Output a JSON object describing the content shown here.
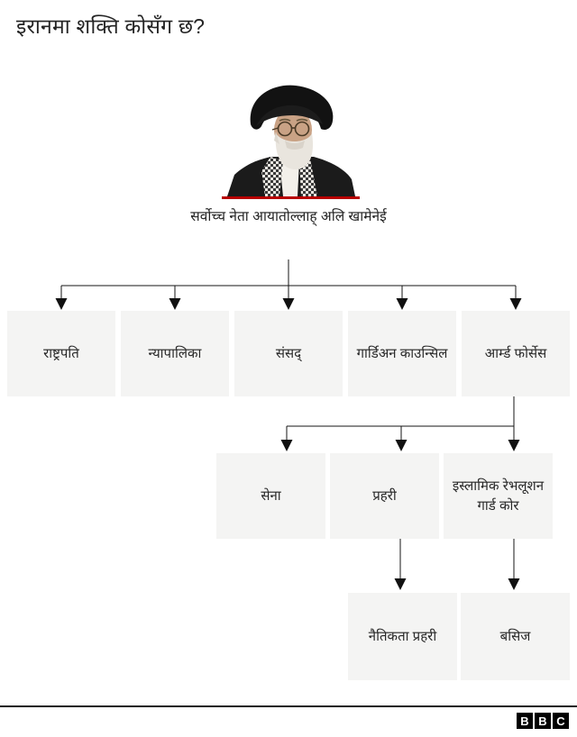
{
  "title": "इरानमा शक्ति कोसँग छ?",
  "org": {
    "root": "सर्वोच्च नेता आयातोल्लाह् अलि खामेनेई",
    "children": [
      {
        "label": "राष्ट्रपति"
      },
      {
        "label": "न्यापालिका"
      },
      {
        "label": "संसद्"
      },
      {
        "label": "गार्डिअन काउन्सिल"
      },
      {
        "label": "आर्म्ड फोर्सेस",
        "children": [
          {
            "label": "सेना"
          },
          {
            "label": "प्रहरी",
            "children": [
              {
                "label": "नैतिकता प्रहरी"
              }
            ]
          },
          {
            "label": "इस्लामिक रेभलूशन गार्ड कोर",
            "children": [
              {
                "label": "बसिज"
              }
            ]
          }
        ]
      }
    ]
  },
  "footer": {
    "logo": [
      "B",
      "B",
      "C"
    ]
  },
  "colors": {
    "box_bg": "#f4f4f3",
    "line": "#161616",
    "accent_red": "#b80000",
    "text": "#282828"
  }
}
